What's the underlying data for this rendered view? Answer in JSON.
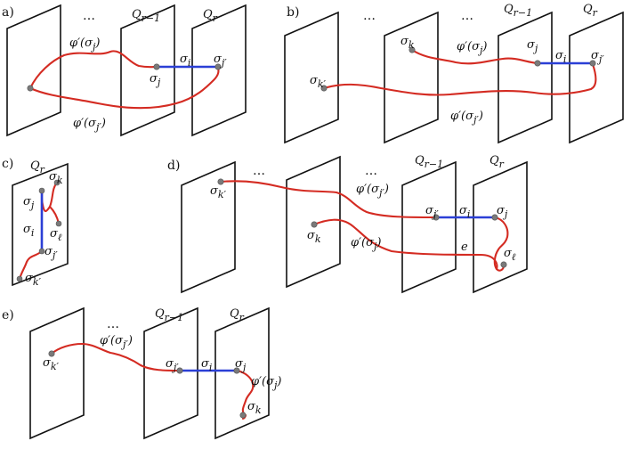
{
  "colors": {
    "path": "#d42b22",
    "edge": "#2b3fd6",
    "node": "#7a7a7a",
    "plane_stroke": "#111111"
  },
  "panels": {
    "a": {
      "tag": "a)",
      "ellipsis": "…",
      "plane_qr1": "Q",
      "plane_qr1_sub": "r−1",
      "plane_qr": "Q",
      "plane_qr_sub": "r",
      "phi_top": "φ′(σ",
      "phi_top_sub": "j",
      "phi_bottom": "φ′(σ",
      "phi_bottom_sub": "j′",
      "sigma_i": "σ",
      "sigma_i_sub": "i",
      "sigma_j": "σ",
      "sigma_j_sub": "j",
      "sigma_jp": "σ",
      "sigma_jp_sub": "j′"
    },
    "b": {
      "tag": "b)",
      "ellipsis1": "…",
      "ellipsis2": "…",
      "plane_qr1": "Q",
      "plane_qr1_sub": "r−1",
      "plane_qr": "Q",
      "plane_qr_sub": "r",
      "sigma_k": "σ",
      "sigma_k_sub": "k",
      "sigma_kp": "σ",
      "sigma_kp_sub": "k′",
      "phi_top": "φ′(σ",
      "phi_top_sub": "j",
      "phi_bottom": "φ′(σ",
      "phi_bottom_sub": "j′",
      "sigma_i": "σ",
      "sigma_i_sub": "i",
      "sigma_j": "σ",
      "sigma_j_sub": "j",
      "sigma_jp": "σ",
      "sigma_jp_sub": "j′"
    },
    "c": {
      "tag": "c)",
      "plane_qr": "Q",
      "plane_qr_sub": "r",
      "sigma_k": "σ",
      "sigma_k_sub": "k",
      "sigma_j": "σ",
      "sigma_j_sub": "j",
      "sigma_i": "σ",
      "sigma_i_sub": "i",
      "sigma_l": "σ",
      "sigma_l_sub": "ℓ",
      "sigma_jp": "σ",
      "sigma_jp_sub": "j′",
      "sigma_kp": "σ",
      "sigma_kp_sub": "k′"
    },
    "d": {
      "tag": "d)",
      "ellipsis1": "…",
      "ellipsis2": "…",
      "plane_qr1": "Q",
      "plane_qr1_sub": "r−1",
      "plane_qr": "Q",
      "plane_qr_sub": "r",
      "sigma_kp": "σ",
      "sigma_kp_sub": "k′",
      "sigma_k": "σ",
      "sigma_k_sub": "k",
      "phi_top": "φ′(σ",
      "phi_top_sub": "j′",
      "phi_bottom": "φ′(σ",
      "phi_bottom_sub": "j",
      "sigma_jp": "σ",
      "sigma_jp_sub": "j′",
      "sigma_i": "σ",
      "sigma_i_sub": "i",
      "sigma_j": "σ",
      "sigma_j_sub": "j",
      "edge_e": "e",
      "sigma_l": "σ",
      "sigma_l_sub": "ℓ"
    },
    "e": {
      "tag": "e)",
      "ellipsis": "…",
      "plane_qr1": "Q",
      "plane_qr1_sub": "r−1",
      "plane_qr": "Q",
      "plane_qr_sub": "r",
      "phi_left": "φ′(σ",
      "phi_left_sub": "j′",
      "sigma_kp": "σ",
      "sigma_kp_sub": "k′",
      "sigma_jp": "σ",
      "sigma_jp_sub": "j′",
      "sigma_i": "σ",
      "sigma_i_sub": "i",
      "sigma_j": "σ",
      "sigma_j_sub": "j",
      "phi_right": "φ′(σ",
      "phi_right_sub": "j",
      "sigma_k": "σ",
      "sigma_k_sub": "k"
    }
  }
}
